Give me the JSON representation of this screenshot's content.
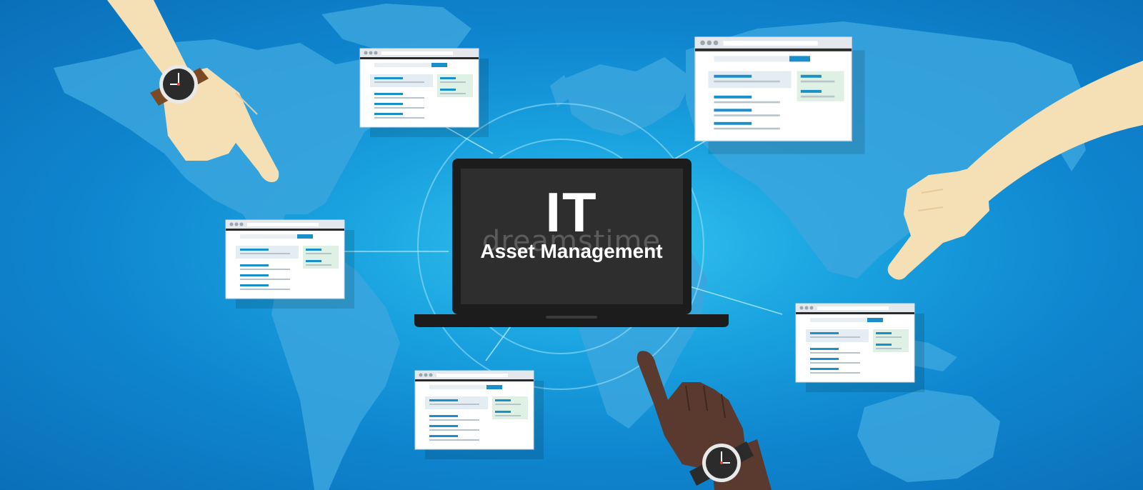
{
  "laptop": {
    "title": "IT",
    "subtitle": "Asset Management"
  },
  "watermark_text": "dreamstime",
  "colors": {
    "background_center": "#35c6ef",
    "background_edge": "#0a6fb9",
    "laptop_body": "#1c1c1c",
    "laptop_screen": "#2e2e2e",
    "continents": "#3aa6de",
    "window_accent": "#1a8fc9",
    "window_highlight": "#dff0e4",
    "skin_light": "#f5dfb5",
    "skin_dark": "#5a3a2e",
    "watch_strap": "#7a4a25"
  },
  "icons": [
    "world-map",
    "laptop-icon",
    "browser-window",
    "pointing-hand",
    "wristwatch-icon"
  ]
}
